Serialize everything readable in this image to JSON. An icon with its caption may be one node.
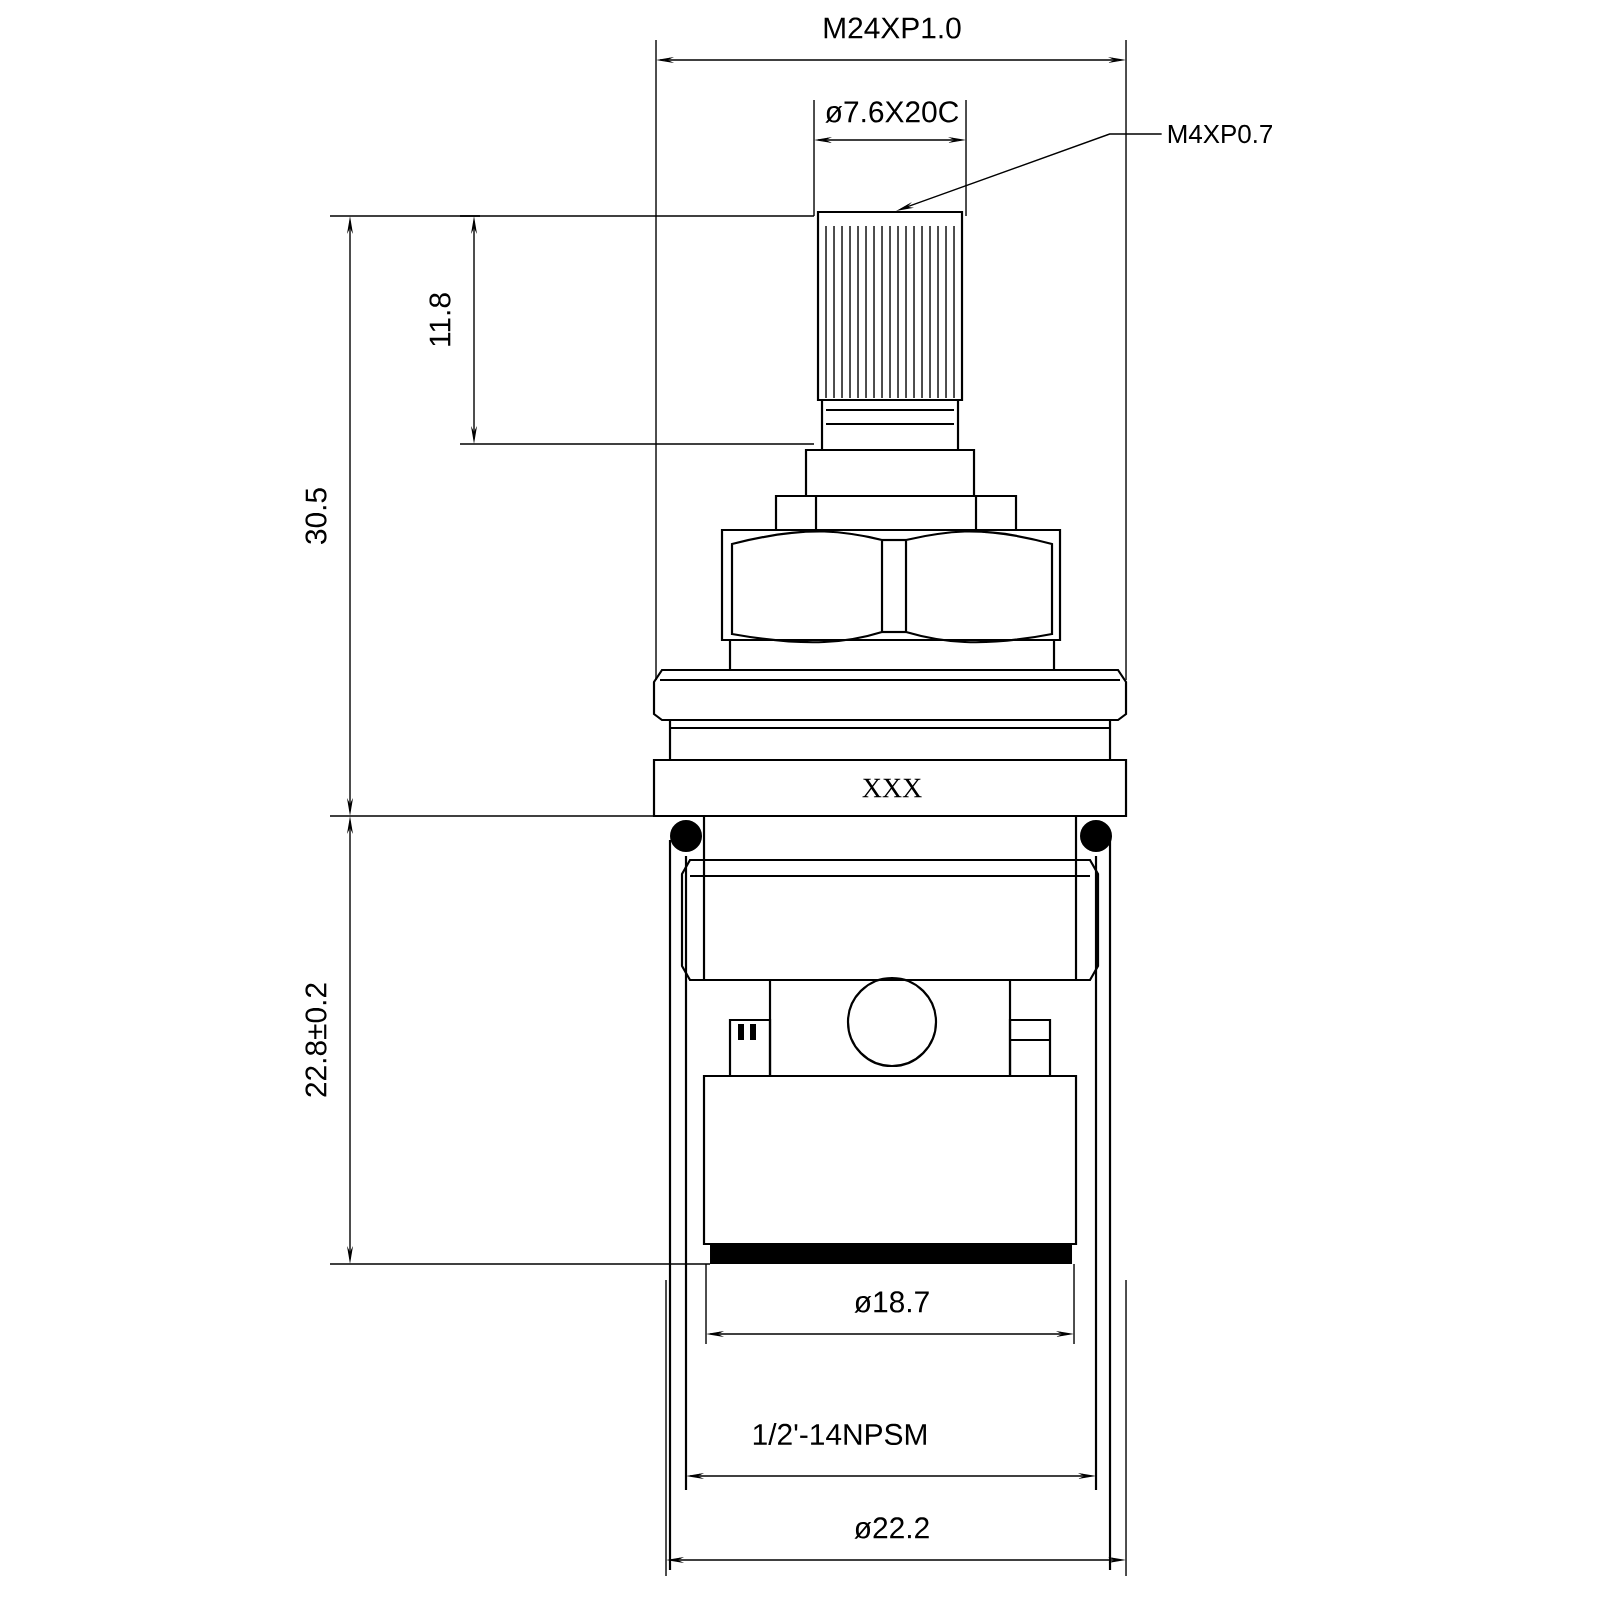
{
  "diagram": {
    "nodes": [
      {
        "text": [
          "M4XP0.7"
        ]
      },
      {
        "text": [],
        "shape": "box"
      }
    ],
    "edges": [
      {
        "from": 0,
        "to": 1,
        "arrow": "to"
      }
    ],
    "labels": [
      "M24XP1.0",
      "ø7.6X20C",
      "11.8",
      "30.5",
      "XXX",
      "22.8±0.2",
      "ø18.7",
      "1/2'-14NPSM",
      "ø22.2"
    ]
  }
}
